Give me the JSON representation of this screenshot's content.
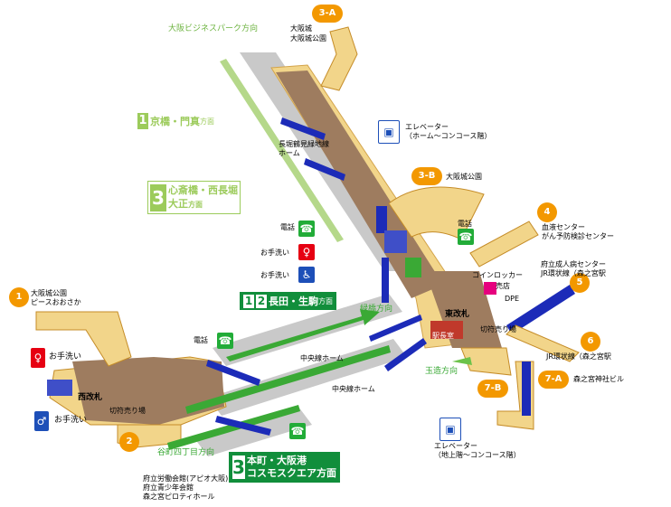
{
  "exits": [
    {
      "id": "3a",
      "label": "3-A",
      "lines": [
        "大阪城",
        "大阪城公園"
      ]
    },
    {
      "id": "3b",
      "label": "3-B",
      "lines": [
        "大阪城公園"
      ]
    },
    {
      "id": "4",
      "label": "4",
      "lines": [
        "血液センター",
        "がん予防検診センター"
      ]
    },
    {
      "id": "5",
      "label": "5",
      "lines": [
        "府立成人病センター",
        "JR環状線（森之宮駅"
      ]
    },
    {
      "id": "6",
      "label": "6",
      "lines": [
        "JR環状線（森之宮駅"
      ]
    },
    {
      "id": "7a",
      "label": "7-A",
      "lines": [
        "森之宮神社ビル"
      ]
    },
    {
      "id": "7b",
      "label": "7-B",
      "lines": []
    },
    {
      "id": "1",
      "label": "1",
      "lines": [
        "大阪城公園",
        "ピースおおさか"
      ]
    },
    {
      "id": "2",
      "label": "2",
      "lines": [
        "府立労働会館(アピオ大阪)",
        "府立青少年会館",
        "森之宮ピロティホール"
      ]
    }
  ],
  "lines": {
    "keihan": {
      "nums": [
        "1"
      ],
      "text": "京橋・門真",
      "suffix": "方面",
      "color": "#9ccb5b"
    },
    "shinsai": {
      "nums": [
        "3"
      ],
      "text1": "心斎橋・西長堀",
      "text2": "大正",
      "suffix": "方面",
      "color": "#9ccb5b"
    },
    "nagata": {
      "nums": [
        "1",
        "2"
      ],
      "text": "長田・生駒",
      "suffix": "方面",
      "color": "#118e3b"
    },
    "hommachi": {
      "nums": [
        "3"
      ],
      "text1": "本町・大阪港",
      "text2": "コスモスクエア方面",
      "color": "#118e3b"
    }
  },
  "directions": {
    "business_park": "大阪ビジネスパーク方向",
    "ryokkyo": "緑橋方向",
    "tamatsukuri": "玉造方向",
    "tanimachi": "谷町四丁目方向"
  },
  "platforms": {
    "nagahori": "長堀鶴見緑地線\nホーム",
    "chuo1": "中央線ホーム",
    "chuo2": "中央線ホーム"
  },
  "gates": {
    "east": "東改札",
    "west": "西改札",
    "ticket_east": "切符売り場",
    "ticket_west": "切符売り場",
    "station_office": "駅長室"
  },
  "facilities": {
    "phone": "電話",
    "toilet": "お手洗い",
    "coin_locker": "コインロッカー",
    "kiosk": "売店",
    "dpe": "DPE",
    "elevator_top": "エレベーター",
    "elevator_top_sub": "（ホーム～コンコース階）",
    "elevator_bottom": "エレベーター",
    "elevator_bottom_sub": "（地上階～コンコース階）"
  },
  "colors": {
    "concourse": "#f2d58a",
    "concourse_dark": "#d3a44b",
    "floor": "#9e7c5f",
    "platform": "#c8c8c8",
    "exit": "#f39800",
    "stair_blue": "#1c2bb8",
    "arrow_green": "#3aa935",
    "green_light": "#9ccb5b",
    "green_dark": "#118e3b",
    "toilet_red": "#e60012",
    "toilet_blue": "#1d4fb8",
    "phone_green": "#22ac38"
  }
}
